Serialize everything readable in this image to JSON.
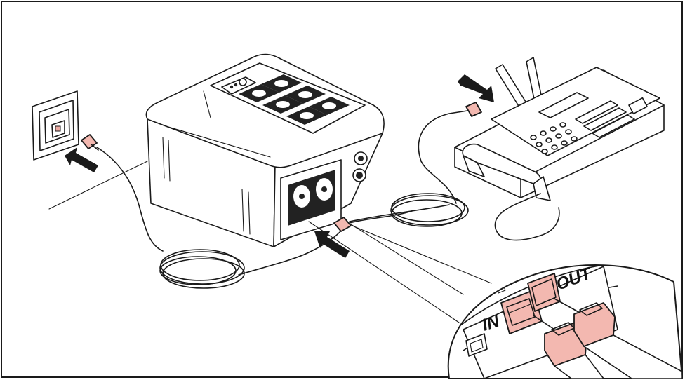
{
  "diagram": {
    "labels": {
      "in_port": "IN",
      "out_port": "OUT"
    },
    "colors": {
      "highlight": "#f3b8b0",
      "line": "#1a1a1a",
      "frame": "#1a1a1a",
      "background": "#ffffff"
    },
    "components": [
      "wall-phone-socket",
      "ups-unit",
      "fax-machine",
      "rj11-cables",
      "detail-inset"
    ]
  }
}
